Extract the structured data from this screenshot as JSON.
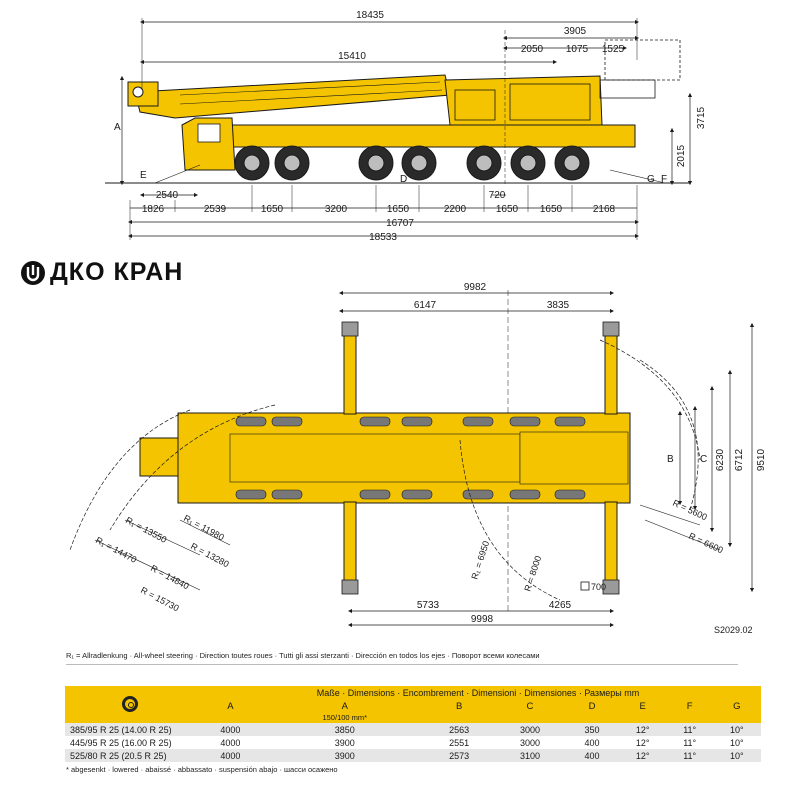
{
  "brand": {
    "name": "ДКО КРАН",
    "logo_icon": "crane-hook-logo-icon"
  },
  "side_view": {
    "dims_top": [
      "18435",
      "15410",
      "3905",
      "2050",
      "1075",
      "1525"
    ],
    "dims_bottom": [
      "2540",
      "720",
      "1826",
      "2539",
      "1650",
      "3200",
      "1650",
      "2200",
      "1650",
      "1650",
      "2168",
      "16707",
      "18533"
    ],
    "dims_right": [
      "3715",
      "2015"
    ],
    "letters": [
      "A",
      "E",
      "D",
      "G",
      "F"
    ]
  },
  "top_view": {
    "dims_top": [
      "9982",
      "6147",
      "3835"
    ],
    "dims_bottom": [
      "5733",
      "4265",
      "9998"
    ],
    "dims_right": [
      "6230",
      "6712",
      "9510"
    ],
    "letters_right": [
      "B",
      "C"
    ],
    "radii_left": [
      "R₁ = 11980",
      "R₁ = 13550",
      "R = 13280",
      "R₁ = 14470",
      "R = 14840",
      "R = 15730"
    ],
    "radii_mid": [
      "R₁ = 6950",
      "R = 8000"
    ],
    "radii_right": [
      "R = 5600",
      "R = 6600"
    ],
    "outrigger_pad": "700",
    "drawing_code": "S2029.02"
  },
  "legend": "R₁ = Allradlenkung · All-wheel steering · Direction toutes roues · Tutti gli assi sterzanti · Dirección en todos los ejes · Поворот всеми колесами",
  "table": {
    "header_title": "Maße · Dimensions · Encombrement · Dimensioni · Dimensiones · Размеры mm",
    "columns": [
      "A",
      "A",
      "B",
      "C",
      "D",
      "E",
      "F",
      "G"
    ],
    "sub_note": "150/100 mm*",
    "rows": [
      {
        "tyre": "385/95 R 25 (14.00 R 25)",
        "values": [
          "4000",
          "3850",
          "2563",
          "3000",
          "350",
          "12°",
          "11°",
          "10°"
        ]
      },
      {
        "tyre": "445/95 R 25 (16.00 R 25)",
        "values": [
          "4000",
          "3900",
          "2551",
          "3000",
          "400",
          "12°",
          "11°",
          "10°"
        ]
      },
      {
        "tyre": "525/80 R 25 (20.5  R 25)",
        "values": [
          "4000",
          "3900",
          "2573",
          "3100",
          "400",
          "12°",
          "11°",
          "10°"
        ]
      }
    ],
    "footnote": "* abgesenkt · lowered · abaissé · abbassato · suspensión abajo · шасси осажено"
  },
  "colors": {
    "crane_yellow": "#f4c400",
    "line": "#1a1a1a",
    "header": "#f4c400"
  }
}
